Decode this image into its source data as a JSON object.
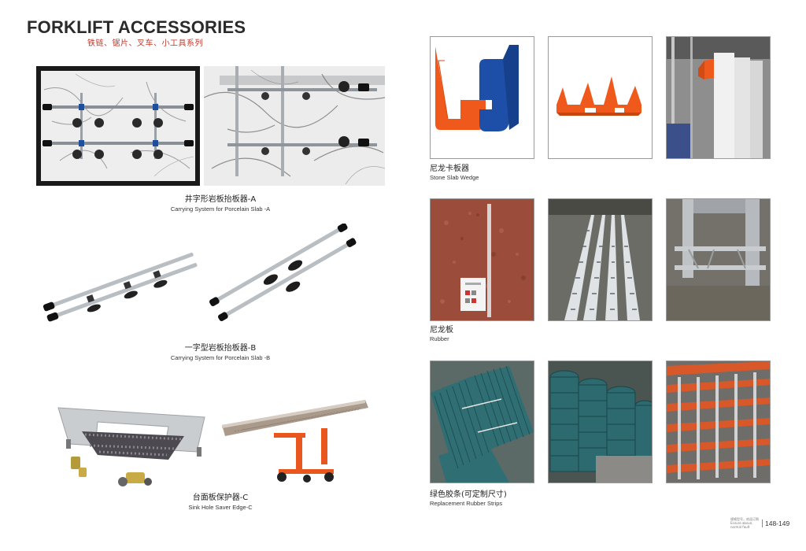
{
  "header": {
    "title": "FORKLIFT ACCESSORIES",
    "subtitle": "铁链、锯片、叉车、小工具系列"
  },
  "products": {
    "a": {
      "cn": "井字形岩板抬板器-A",
      "en": "Carrying System for Porcelain Slab -A"
    },
    "b": {
      "cn": "一字型岩板抬板器-B",
      "en": "Carrying System for Porcelain Slab -B"
    },
    "c": {
      "cn": "台面板保护器-C",
      "en": "Sink Hole Saver Edge-C"
    },
    "wedge": {
      "cn": "尼龙卡板器",
      "en": "Stone Slab Wedge"
    },
    "rubber": {
      "cn": "尼龙板",
      "en": "Rubber"
    },
    "strips": {
      "cn": "绿色胶条(可定制尺寸)",
      "en": "Replacement Rubber Strips"
    }
  },
  "footer": {
    "note": "规格型号，欢迎订购 Ensure above, normal fault",
    "page": "148-149"
  },
  "colors": {
    "title": "#2a2a2a",
    "subtitle": "#c0392b",
    "wedge_orange": "#f0591c",
    "wedge_blue": "#1d4fa8",
    "strip_green": "#2f6e73"
  }
}
